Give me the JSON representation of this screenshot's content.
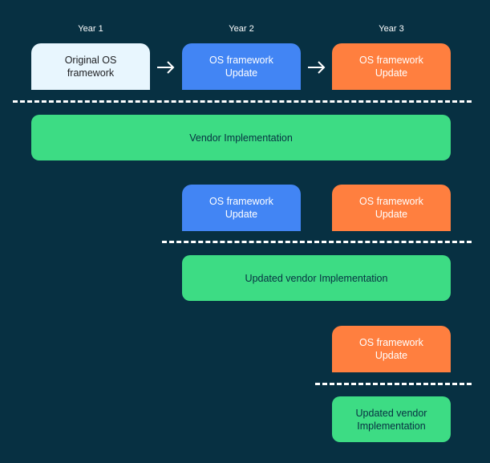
{
  "years": [
    "Year 1",
    "Year 2",
    "Year 3"
  ],
  "stage1": {
    "original": "Original OS\nframework",
    "update_year2": "OS framework\nUpdate",
    "update_year3": "OS framework\nUpdate",
    "vendor": "Vendor Implementation"
  },
  "stage2": {
    "update_year2": "OS framework\nUpdate",
    "update_year3": "OS framework\nUpdate",
    "vendor": "Updated vendor Implementation"
  },
  "stage3": {
    "update_year3": "OS framework\nUpdate",
    "vendor": "Updated vendor\nImplementation"
  },
  "colors": {
    "background": "#073042",
    "original": "#e8f6fe",
    "blue": "#4285f4",
    "orange": "#ff7f3f",
    "green": "#3ddc84",
    "divider": "#ffffff"
  }
}
